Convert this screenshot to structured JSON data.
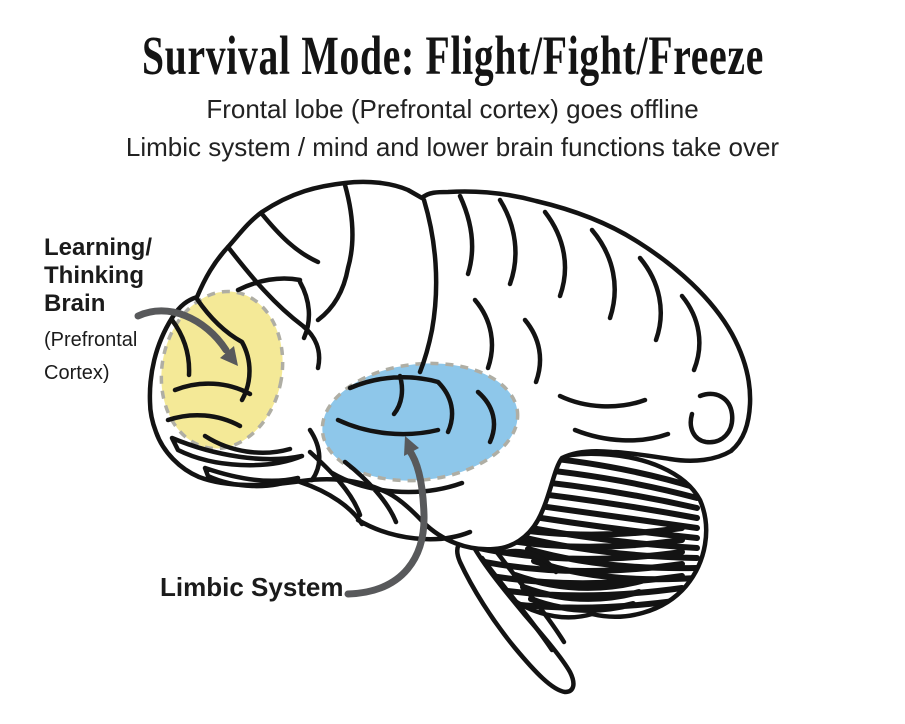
{
  "header": {
    "title": "Survival Mode: Flight/Fight/Freeze",
    "subtitle_line1": "Frontal lobe (Prefrontal cortex) goes offline",
    "subtitle_line2": "Limbic system / mind and lower brain functions take over"
  },
  "labels": {
    "learning_thinking": {
      "line1": "Learning/",
      "line2": "Thinking",
      "line3": "Brain",
      "sub_line1": "(Prefrontal",
      "sub_line2": "Cortex)"
    },
    "limbic": "Limbic System"
  },
  "regions": [
    {
      "name": "prefrontal-cortex",
      "highlight_color": "#F4E997"
    },
    {
      "name": "limbic-system",
      "highlight_color": "#8EC7EA"
    }
  ],
  "colors": {
    "prefrontal_highlight": "#F4E997",
    "limbic_highlight": "#8EC7EA",
    "dashed_outline": "#AFAEA4",
    "arrow": "#58595B",
    "line_art": "#131313",
    "text": "#1B1B1B",
    "background": "#FFFFFF"
  }
}
